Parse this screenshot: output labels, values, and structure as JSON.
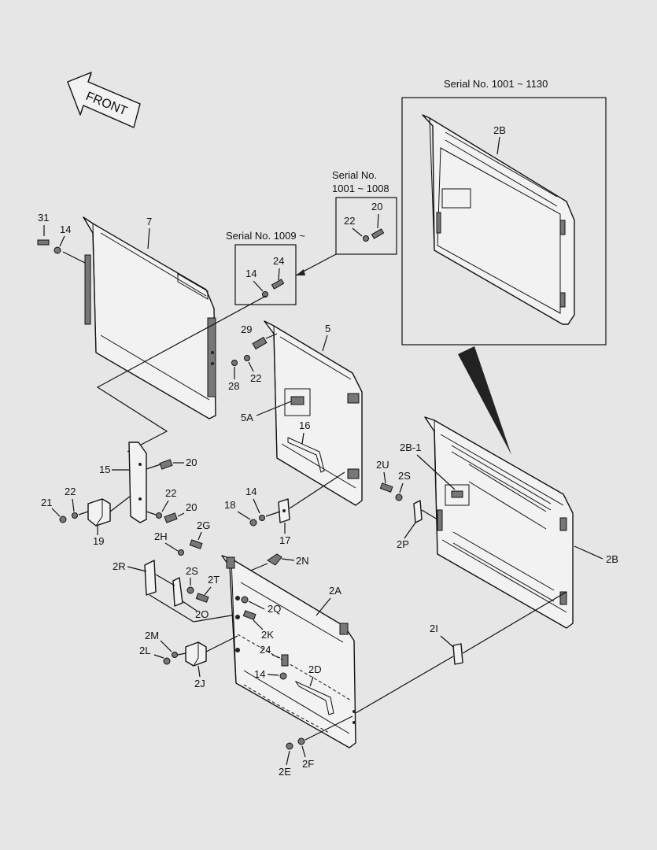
{
  "arrow_label": "FRONT",
  "serial_labels": {
    "inset_title": "Serial No. 1001 ~ 1130",
    "box_small_line1": "Serial No.",
    "box_small_line2": "1001 ~ 1008",
    "box_mid": "Serial No. 1009 ~"
  },
  "parts": {
    "p31": "31",
    "p14a": "14",
    "p7": "7",
    "p20a": "20",
    "p22a": "22",
    "p24a": "24",
    "p14b": "14",
    "p5": "5",
    "p29": "29",
    "p28": "28",
    "p22b": "22",
    "p5A": "5A",
    "p16": "16",
    "p15": "15",
    "p20b": "20",
    "p21": "21",
    "p22c": "22",
    "p22d": "22",
    "p20c": "20",
    "p19": "19",
    "p18": "18",
    "p14c": "14",
    "p17": "17",
    "p2B_inset": "2B",
    "p2B1": "2B-1",
    "p2U": "2U",
    "p2S_a": "2S",
    "p2P": "2P",
    "p2B": "2B",
    "p2G": "2G",
    "p2H": "2H",
    "p2N": "2N",
    "p2R": "2R",
    "p2S_b": "2S",
    "p2T": "2T",
    "p2O": "2O",
    "p2A": "2A",
    "p2Q": "2Q",
    "p2K": "2K",
    "p2M": "2M",
    "p2L": "2L",
    "p2J": "2J",
    "p24b": "24",
    "p14d": "14",
    "p2D": "2D",
    "p2I": "2I",
    "p2E": "2E",
    "p2F": "2F"
  }
}
